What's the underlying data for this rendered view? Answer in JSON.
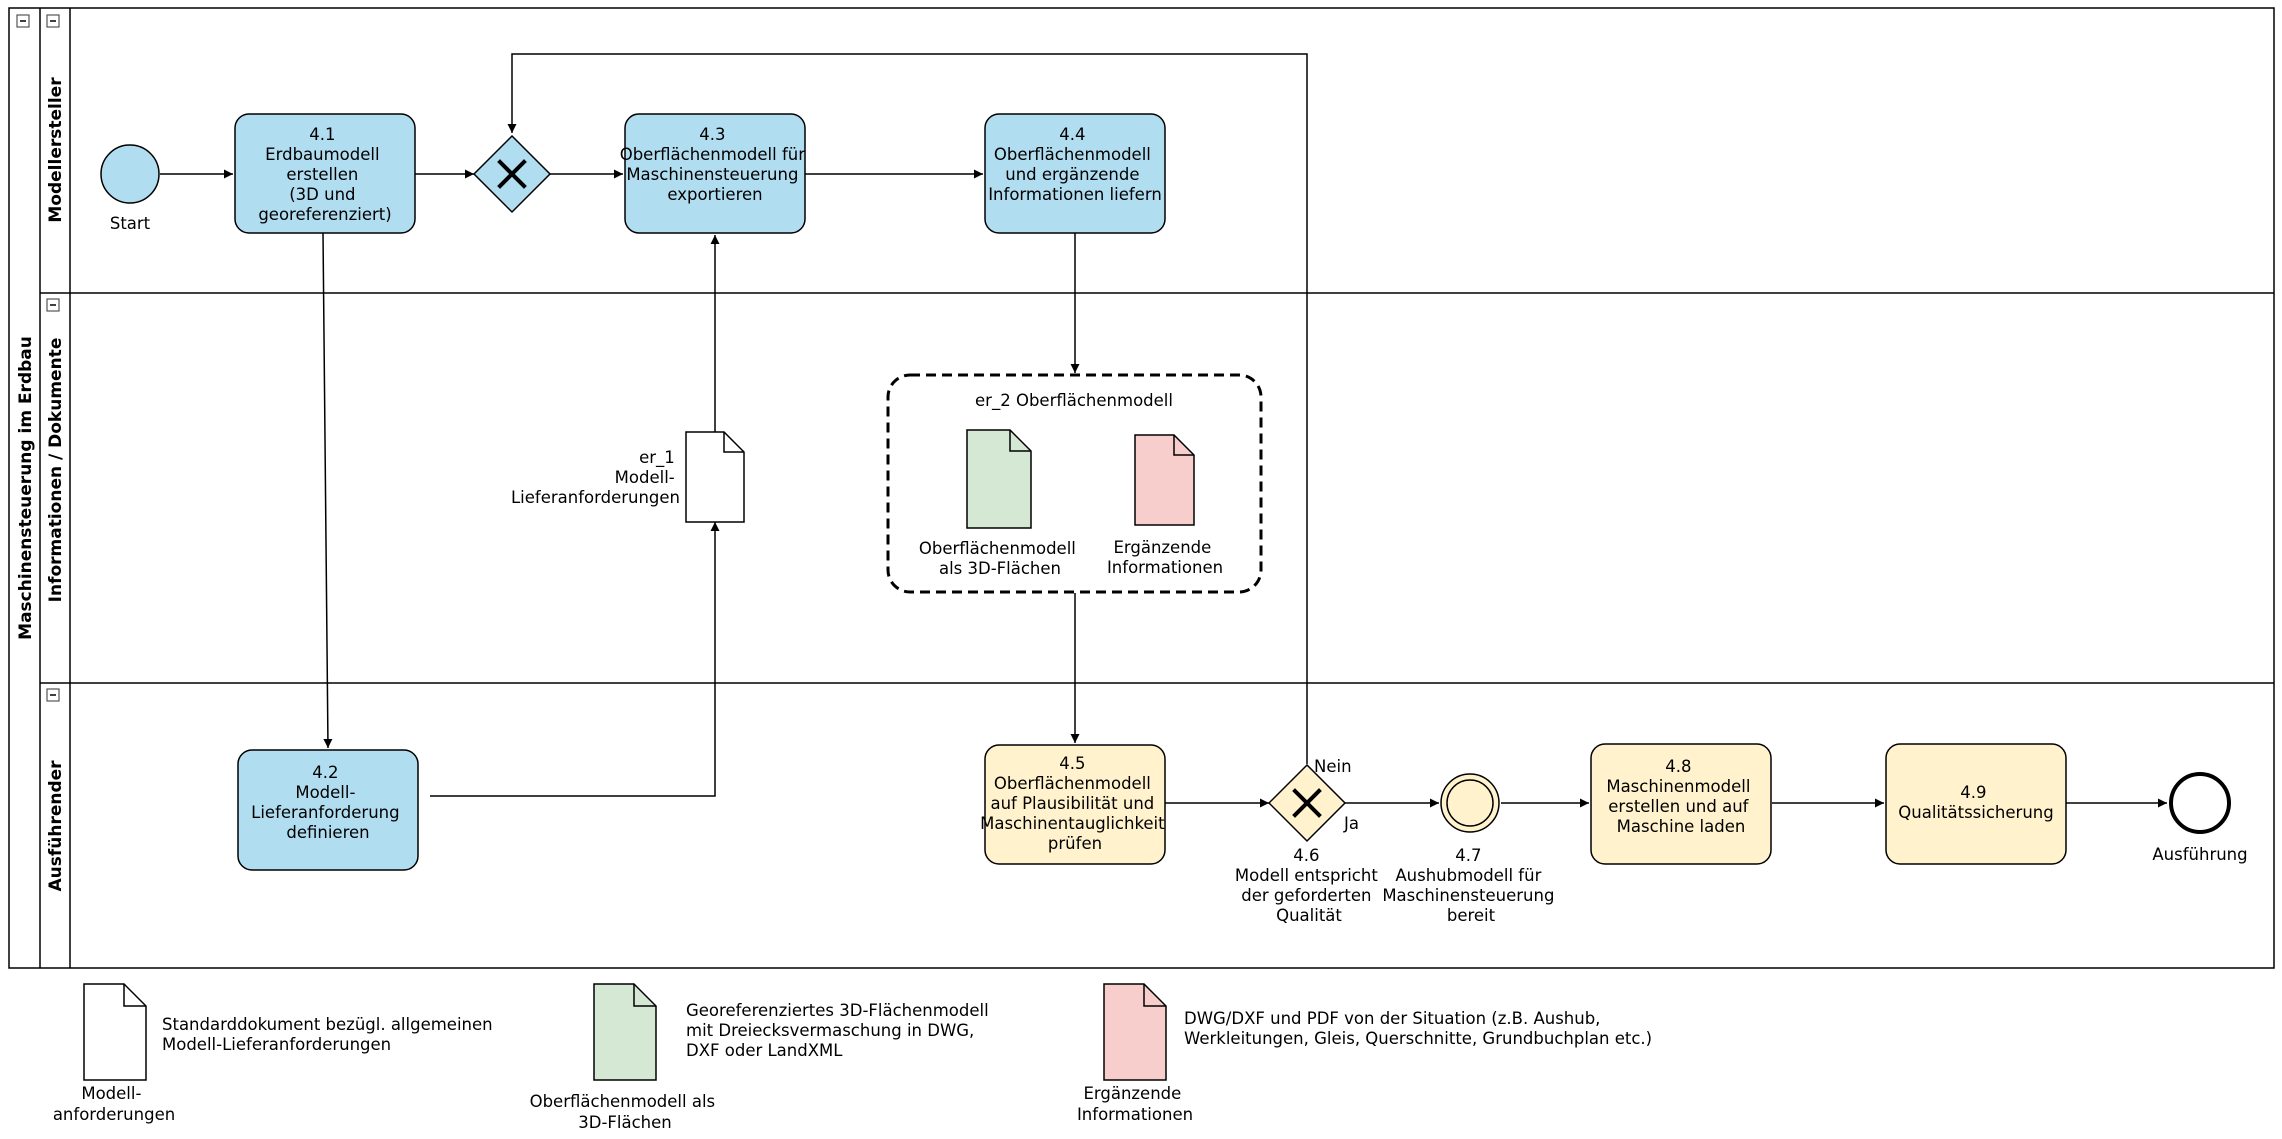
{
  "pool": {
    "title": "Maschinensteuerung im Erdbau"
  },
  "lanes": [
    {
      "name": "Modellersteller"
    },
    {
      "name": "Informationen / Dokumente"
    },
    {
      "name": "Ausführender"
    }
  ],
  "events": {
    "start": "Start",
    "intermediate": [
      "4.7",
      "Aushubmodell für",
      "Maschinensteuerung",
      "bereit"
    ],
    "end": "Ausführung"
  },
  "tasks": {
    "t41": [
      "4.1",
      "Erdbaumodell",
      "erstellen",
      "(3D und",
      "georeferenziert)"
    ],
    "t43": [
      "4.3",
      "Oberflächenmodell für",
      "Maschinensteuerung",
      "exportieren"
    ],
    "t44": [
      "4.4",
      "Oberflächenmodell",
      "und ergänzende",
      "Informationen liefern"
    ],
    "t42": [
      "4.2",
      "Modell-",
      "Lieferanforderung",
      "definieren"
    ],
    "t45": [
      "4.5",
      "Oberflächenmodell",
      "auf Plausibilität und",
      "Maschinentauglichkeit",
      "prüfen"
    ],
    "t48": [
      "4.8",
      "Maschinenmodell",
      "erstellen und auf",
      "Maschine laden"
    ],
    "t49": [
      "4.9",
      "Qualitätssicherung"
    ]
  },
  "gateways": {
    "g46": [
      "4.6",
      "Modell entspricht",
      "der geforderten",
      "Qualität"
    ],
    "no": "Nein",
    "yes": "Ja"
  },
  "documents": {
    "er1": [
      "er_1",
      "Modell-",
      "Lieferanforderungen"
    ],
    "group_title": "er_2 Oberflächenmodell",
    "surface": [
      "Oberflächenmodell",
      "als 3D-Flächen"
    ],
    "extra": [
      "Ergänzende",
      "Informationen"
    ]
  },
  "legend": [
    {
      "caption": [
        "Modell-",
        "anforderungen"
      ],
      "text": [
        "Standarddokument bezügl. allgemeinen",
        "Modell-Lieferanforderungen"
      ],
      "color": "#ffffff"
    },
    {
      "caption": [
        "Oberflächenmodell als",
        "3D-Flächen"
      ],
      "text": [
        "Georeferenziertes 3D-Flächenmodell",
        "mit Dreiecksvermaschung in DWG,",
        "DXF oder LandXML"
      ],
      "color": "#d5e8d4"
    },
    {
      "caption": [
        "Ergänzende",
        "Informationen"
      ],
      "text": [
        "DWG/DXF und PDF von der Situation (z.B. Aushub,",
        "Werkleitungen, Gleis, Querschnitte, Grundbuchplan etc.)"
      ],
      "color": "#f8cecc"
    }
  ],
  "colors": {
    "blue_task": "#b1ddf0",
    "yellow_task": "#fff2cc",
    "doc_green": "#d5e8d4",
    "doc_red": "#f8cecc"
  }
}
